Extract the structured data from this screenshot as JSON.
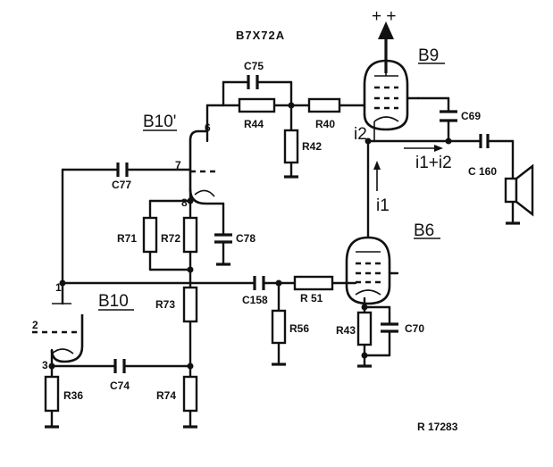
{
  "title": "B7X72A",
  "supply": "+ +",
  "reference": "R 17283",
  "tubes": {
    "b9": "B9",
    "b6": "B6",
    "b10_prime": "B10'",
    "b10": "B10"
  },
  "pins": {
    "p1": "1",
    "p2": "2",
    "p3": "3",
    "p6": "6",
    "p7": "7",
    "p8": "8"
  },
  "currents": {
    "i2": "i2",
    "i1": "i1",
    "sum": "i1+i2"
  },
  "resistors": {
    "r44": "R44",
    "r40": "R40",
    "r42": "R42",
    "r71": "R71",
    "r72": "R72",
    "r73": "R73",
    "r74": "R74",
    "r36": "R36",
    "r51": "R 51",
    "r56": "R56",
    "r43": "R43"
  },
  "capacitors": {
    "c75": "C75",
    "c77": "C77",
    "c78": "C78",
    "c69": "C69",
    "c160": "C 160",
    "c158": "C158",
    "c74": "C74",
    "c70": "C70"
  },
  "icons": [
    "speaker-icon",
    "ground-icon",
    "arrow-up-icon"
  ]
}
